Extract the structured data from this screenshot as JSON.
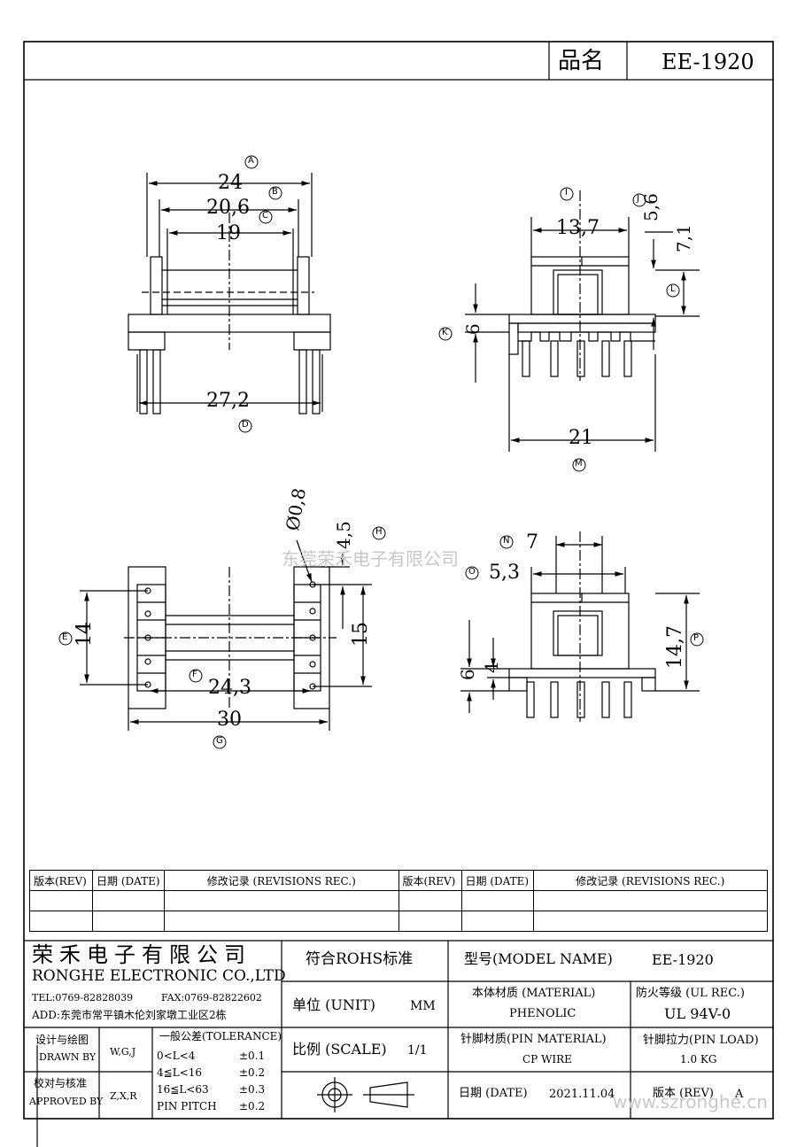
{
  "header": {
    "name_label": "品名",
    "model": "EE-1920"
  },
  "dims": {
    "A": "24",
    "B": "20,6",
    "C": "19",
    "D": "27,2",
    "I": "13,7",
    "J": "5,6",
    "L": "7,1",
    "K": "6",
    "M": "21",
    "H_dia": "Ø0,8",
    "H": "4,5",
    "E": "14",
    "F": "24,3",
    "G": "30",
    "Q15": "15",
    "N": "7",
    "O": "5,3",
    "P": "14,7",
    "R6": "6",
    "R4": "4"
  },
  "callouts": [
    "A",
    "B",
    "C",
    "D",
    "I",
    "J",
    "K",
    "L",
    "M",
    "H",
    "E",
    "F",
    "G",
    "N",
    "O",
    "P"
  ],
  "watermark_center": "东莞荣禾电子有限公司",
  "watermark_url": "www.szronghe.cn",
  "revisions": {
    "headers": [
      "版本(REV)",
      "日期 (DATE)",
      "修改记录 (REVISIONS REC.)",
      "版本(REV)",
      "日期 (DATE)",
      "修改记录 (REVISIONS REC.)"
    ]
  },
  "company": {
    "name_cn": "荣禾电子有限公司",
    "name_en": "RONGHE ELECTRONIC CO.,LTD",
    "tel": "TEL:0769-82828039",
    "fax": "FAX:0769-82822602",
    "addr": "ADD:东莞市常平镇木伦刘家墩工业区2栋"
  },
  "titleblock": {
    "rohs": "符合ROHS标准",
    "unit_label": "单位 (UNIT)",
    "unit": "MM",
    "scale_label": "比例 (SCALE)",
    "scale": "1/1",
    "model_label": "型号(MODEL NAME)",
    "model": "EE-1920",
    "material_label": "本体材质 (MATERIAL)",
    "material": "PHENOLIC",
    "ul_label": "防火等级 (UL REC.)",
    "ul": "UL 94V-0",
    "pin_mat_label": "针脚材质(PIN MATERIAL)",
    "pin_mat": "CP WIRE",
    "pin_load_label": "针脚拉力(PIN LOAD)",
    "pin_load": "1.0 KG",
    "date_label": "日期 (DATE)",
    "date": "2021.11.04",
    "rev_label": "版本 (REV)",
    "rev": "A",
    "drawn_label_cn": "设计与绘图",
    "drawn_label": "DRAWN BY",
    "drawn": "W,G,J",
    "approved_label_cn": "校对与核准",
    "approved_label": "APPROVED BY",
    "approved": "Z,X,R",
    "tol_title": "一般公差(TOLERANCE)",
    "tol": [
      {
        "range": "0<L<4",
        "val": "±0.1"
      },
      {
        "range": "4≦L<16",
        "val": "±0.2"
      },
      {
        "range": "16≦L<63",
        "val": "±0.3"
      },
      {
        "range": "PIN PITCH",
        "val": "±0.2"
      }
    ]
  }
}
